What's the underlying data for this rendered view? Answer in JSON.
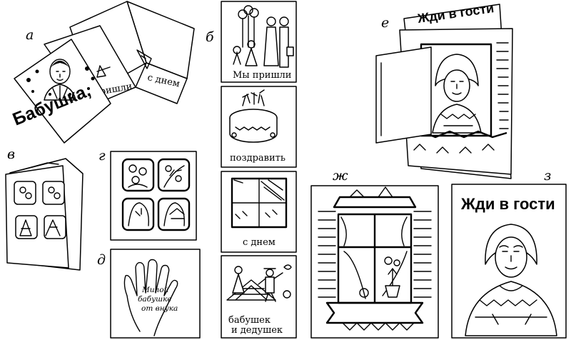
{
  "labels": {
    "a": "а",
    "b": "б",
    "v": "в",
    "g": "г",
    "d": "д",
    "e": "е",
    "zh": "ж",
    "z": "з"
  },
  "card_a": {
    "cover_text": "Бабушка,",
    "inner_text": "пришли",
    "back_text": "с днем"
  },
  "strip_b": [
    "Мы пришли",
    "поздравить",
    "с днем",
    "бабушек",
    "и дедушек"
  ],
  "hand_d": [
    "Милой",
    "бабушке",
    "от внука"
  ],
  "card_e_title": "Жди в гости",
  "card_z_title": "Жди в гости"
}
